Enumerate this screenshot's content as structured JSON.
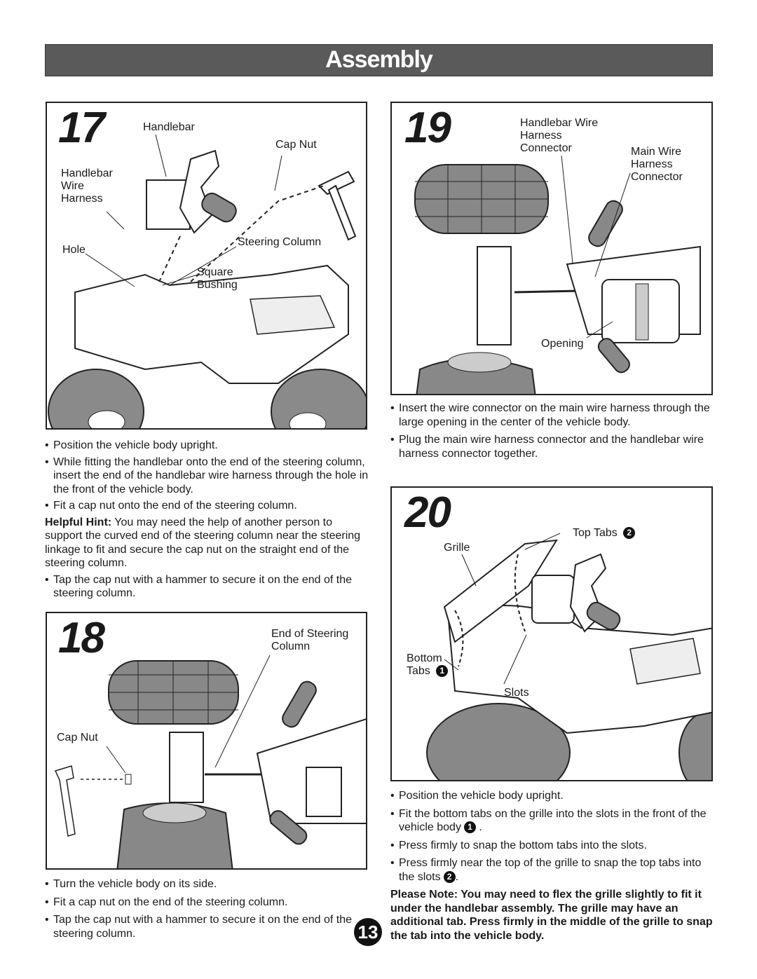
{
  "header": {
    "title": "Assembly"
  },
  "step17": {
    "number": "17",
    "labels": {
      "handlebar": "Handlebar",
      "cap_nut": "Cap Nut",
      "wire_harness": "Handlebar\nWire\nHarness",
      "hole": "Hole",
      "steering_column": "Steering Column",
      "square_bushing": "Square\nBushing"
    },
    "bullets": [
      "Position the vehicle body upright.",
      "While fitting the handlebar onto the end of the steering column, insert the end of the handlebar wire harness through the hole in the front of the vehicle body.",
      "Fit a cap nut onto the end of the steering column."
    ],
    "hint_label": "Helpful Hint:",
    "hint_text": " You may need the help of another person to support the curved end of the steering column near the steering linkage to fit and secure the cap nut on the straight end of the steering column.",
    "bullet_last": "Tap the cap nut with a hammer to secure it on the end of the steering column."
  },
  "step18": {
    "number": "18",
    "labels": {
      "end_steering": "End of Steering\nColumn",
      "cap_nut": "Cap Nut"
    },
    "bullets": [
      "Turn the vehicle body on its side.",
      "Fit a cap nut on the end of the steering column.",
      "Tap the cap nut with a hammer to secure it on the end of the steering column."
    ]
  },
  "step19": {
    "number": "19",
    "labels": {
      "handlebar_connector": "Handlebar Wire\nHarness\nConnector",
      "main_connector": "Main Wire\nHarness\nConnector",
      "opening": "Opening"
    },
    "bullets": [
      "Insert the wire connector on the main wire harness through the large opening in the center of the vehicle body.",
      "Plug the main wire harness connector and the handlebar wire harness connector together."
    ]
  },
  "step20": {
    "number": "20",
    "labels": {
      "top_tabs": "Top Tabs",
      "top_tabs_num": "2",
      "grille": "Grille",
      "bottom_tabs": "Bottom\nTabs",
      "bottom_tabs_num": "1",
      "slots": "Slots"
    },
    "bullet1": "Position the vehicle body upright.",
    "bullet2": "Fit the bottom tabs on the grille into the slots in the front of the vehicle body",
    "bullet2_num": "1",
    "bullet3": "Press firmly to snap the bottom tabs into the slots.",
    "bullet4": "Press firmly near the top of the grille to snap the top tabs into the slots",
    "bullet4_num": "2",
    "note": "Please Note: You may need to flex the grille slightly to fit it under the handlebar assembly. The grille may have an additional tab. Press firmly in the middle of the grille to snap the tab into the vehicle body."
  },
  "footer": {
    "page_number": "13"
  }
}
